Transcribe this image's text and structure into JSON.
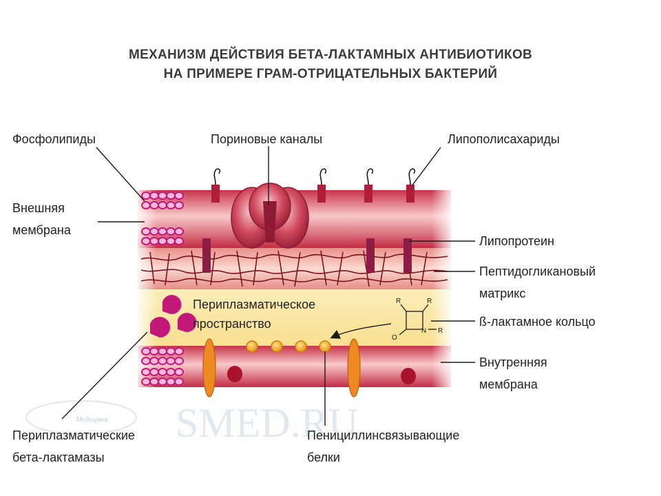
{
  "title": {
    "line1": "МЕХАНИЗМ ДЕЙСТВИЯ БЕТА-ЛАКТАМНЫХ АНТИБИОТИКОВ",
    "line2": "НА ПРИМЕРЕ ГРАМ-ОТРИЦАТЕЛЬНЫХ БАКТЕРИЙ"
  },
  "labels": {
    "phospholipids": "Фосфолипиды",
    "porin_channels": "Пориновые каналы",
    "lipopolysaccharides": "Липополисахариды",
    "outer_membrane_1": "Внешняя",
    "outer_membrane_2": "мембрана",
    "lipoprotein": "Липопротеин",
    "peptidoglycan_1": "Пептидогликановый",
    "peptidoglycan_2": "матрикс",
    "periplasm_1": "Периплазматическое",
    "periplasm_2": "пространство",
    "beta_lactam_ring": "ß-лактамное кольцо",
    "inner_membrane_1": "Внутренняя",
    "inner_membrane_2": "мембрана",
    "beta_lactamases_1": "Периплазматические",
    "beta_lactamases_2": "бета-лактамазы",
    "pbp_1": "Пенициллинсвязывающие",
    "pbp_2": "белки"
  },
  "chem": {
    "r1": "R",
    "r2": "R",
    "n": "N",
    "r3": "R",
    "o": "O"
  },
  "watermark": {
    "brand": "SMED.RU",
    "caption": "Медицина"
  },
  "colors": {
    "title": "#3b3b3b",
    "membrane_dark": "#b3283a",
    "membrane_light": "#f6b6b8",
    "periplasm": "#fbe6a0",
    "magenta": "#c2187a",
    "orange": "#f3a21e",
    "anchor": "#8e1d45"
  }
}
